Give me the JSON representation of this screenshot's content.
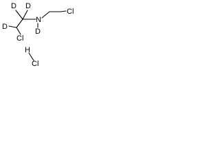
{
  "molecule": {
    "atom_labels": {
      "d_top_left": "D",
      "d_top_right": "D",
      "d_left": "D",
      "d_right": "D",
      "n": "N",
      "cl_right": "Cl",
      "cl_left": "Cl",
      "hcl_h": "H",
      "hcl_cl": "Cl"
    },
    "colors": {
      "bond": "#000000",
      "text": "#000000",
      "background": "#ffffff"
    }
  }
}
